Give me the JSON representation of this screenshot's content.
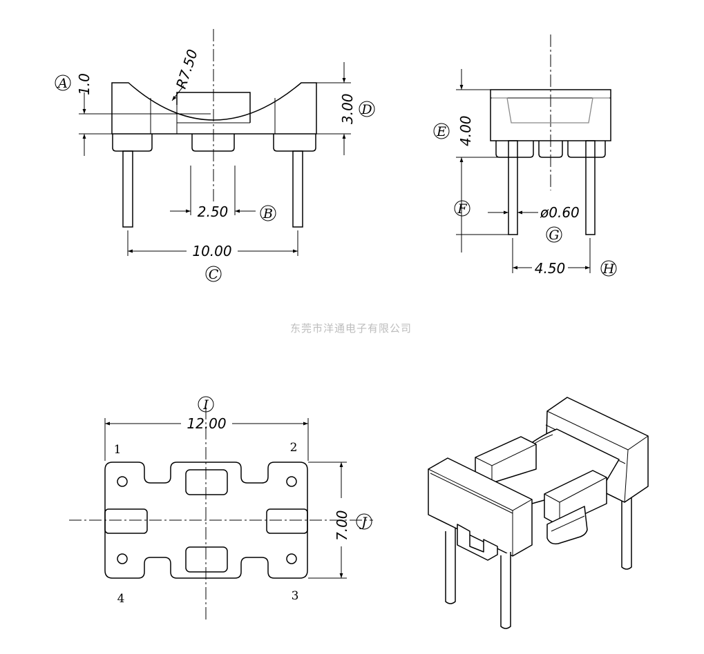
{
  "front_view": {
    "dim_a": "1.0",
    "dim_b": "2.50",
    "dim_c": "10.00",
    "dim_d": "3.00",
    "radius": "R7.50",
    "bubble_a": "A",
    "bubble_b": "B",
    "bubble_c": "C",
    "bubble_d": "D"
  },
  "side_view": {
    "dim_e": "4.00",
    "dim_g": "ø0.60",
    "dim_h": "4.50",
    "bubble_e": "E",
    "bubble_f": "F",
    "bubble_g": "G",
    "bubble_h": "H"
  },
  "company": "东莞市洋通电子有限公司",
  "bottom_view": {
    "dim_i": "12.00",
    "dim_j": "7.00",
    "bubble_i": "I",
    "bubble_j": "J",
    "pins": [
      "1",
      "2",
      "3",
      "4"
    ]
  }
}
